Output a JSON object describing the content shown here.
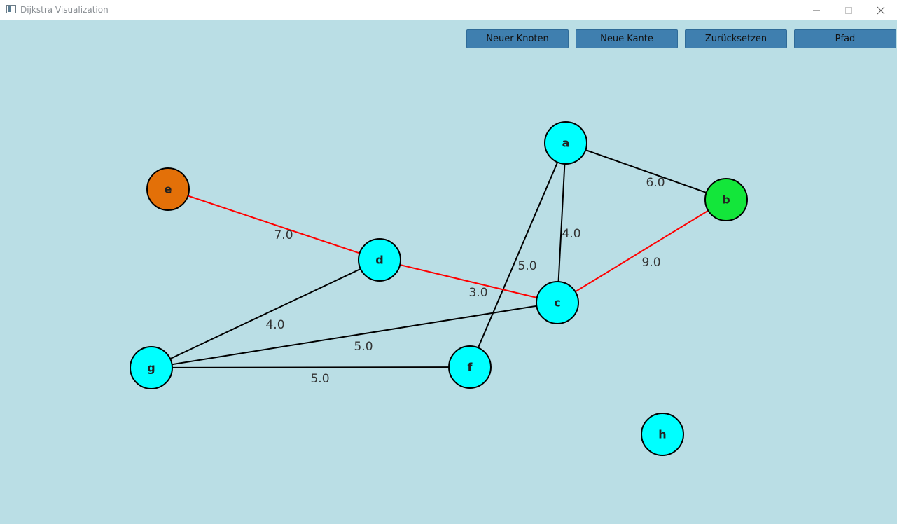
{
  "window": {
    "title": "Dijkstra Visualization"
  },
  "toolbar": {
    "new_node_label": "Neuer Knoten",
    "new_edge_label": "Neue Kante",
    "reset_label": "Zurücksetzen",
    "path_label": "Pfad"
  },
  "colors": {
    "canvas_background": "#badee5",
    "node_default": "#00ffff",
    "node_start": "#e37008",
    "node_target": "#13e63a",
    "edge_default": "#000000",
    "edge_path": "#ff0000",
    "button": "#3f7faf"
  },
  "graph": {
    "nodes": [
      {
        "id": "a",
        "label": "a",
        "role": "default"
      },
      {
        "id": "b",
        "label": "b",
        "role": "target"
      },
      {
        "id": "c",
        "label": "c",
        "role": "default"
      },
      {
        "id": "d",
        "label": "d",
        "role": "default"
      },
      {
        "id": "e",
        "label": "e",
        "role": "start"
      },
      {
        "id": "f",
        "label": "f",
        "role": "default"
      },
      {
        "id": "g",
        "label": "g",
        "role": "default"
      },
      {
        "id": "h",
        "label": "h",
        "role": "default"
      }
    ],
    "edges": [
      {
        "from": "a",
        "to": "b",
        "weight": "6.0",
        "on_path": false
      },
      {
        "from": "a",
        "to": "c",
        "weight": "4.0",
        "on_path": false
      },
      {
        "from": "a",
        "to": "f",
        "weight": "5.0",
        "on_path": false
      },
      {
        "from": "b",
        "to": "c",
        "weight": "9.0",
        "on_path": true
      },
      {
        "from": "d",
        "to": "c",
        "weight": "3.0",
        "on_path": true
      },
      {
        "from": "e",
        "to": "d",
        "weight": "7.0",
        "on_path": true
      },
      {
        "from": "g",
        "to": "d",
        "weight": "4.0",
        "on_path": false
      },
      {
        "from": "g",
        "to": "c",
        "weight": "5.0",
        "on_path": false
      },
      {
        "from": "g",
        "to": "f",
        "weight": "5.0",
        "on_path": false
      }
    ]
  }
}
